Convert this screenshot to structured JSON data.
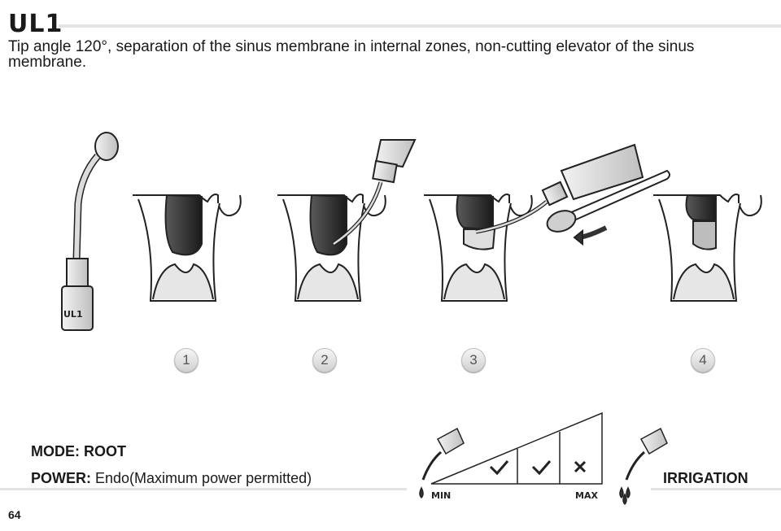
{
  "header": {
    "title": "UL1",
    "description": "Tip angle 120°, separation of the sinus membrane in internal zones, non-cutting elevator of the sinus membrane."
  },
  "illustration": {
    "tip_label": "UL1",
    "steps": [
      "1",
      "2",
      "3",
      "4"
    ]
  },
  "settings": {
    "mode": "MODE: ROOT",
    "power_label": "POWER:",
    "power_value": "Endo(Maximum power permitted)",
    "irrigation": "IRRIGATION",
    "min_label": "MIN",
    "max_label": "MAX",
    "marks": [
      "check",
      "check",
      "cross"
    ]
  },
  "footer": {
    "page_number": "64"
  }
}
